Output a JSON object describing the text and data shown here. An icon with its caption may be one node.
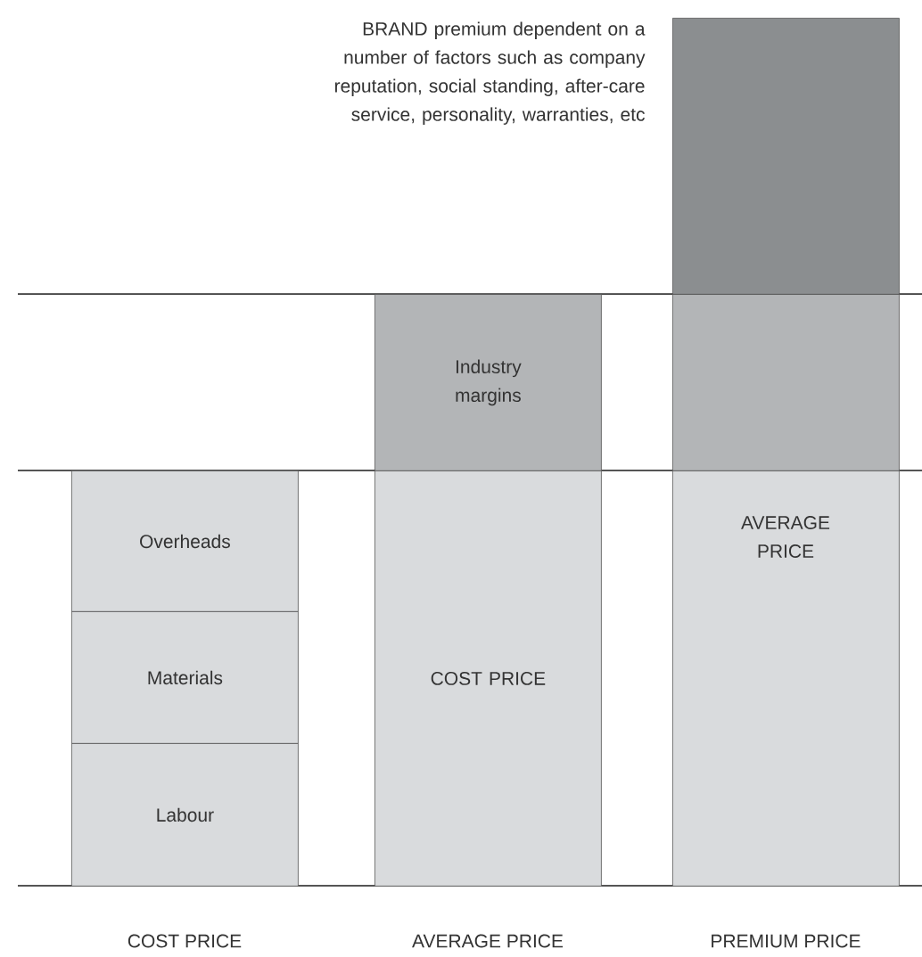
{
  "diagram": {
    "nodes": [
      {
        "text": [],
        "shape": "box"
      },
      {
        "text": [
          "Industry margins"
        ]
      },
      {
        "text": [],
        "shape": "box"
      },
      {
        "text": [
          "Overheads"
        ]
      },
      {
        "text": [
          "COST PRICE"
        ]
      },
      {
        "text": [
          "AVERAGE PRICE"
        ]
      },
      {
        "text": [
          "Materials"
        ]
      },
      {
        "text": [
          "Labour"
        ]
      }
    ],
    "labels": [
      "BRAND premium dependent on a number of factors such as company reputation, social standing, after-care service, personality, warranties, etc",
      "COST PRICE",
      "AVERAGE PRICE",
      "PREMIUM PRICE"
    ]
  }
}
